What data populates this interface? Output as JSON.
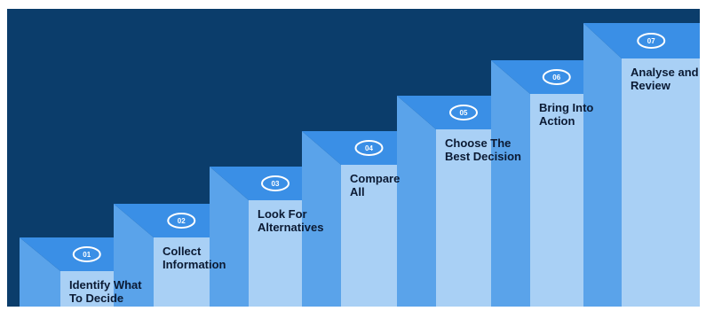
{
  "colors": {
    "background": "#0b3d6b",
    "step_top": "#3a8fe6",
    "step_side": "#5aa3ea",
    "step_front": "#a9d0f5",
    "badge": "#ffffff",
    "text": "#0b1a33"
  },
  "steps": [
    {
      "number": "01",
      "label": "Identify What\nTo Decide"
    },
    {
      "number": "02",
      "label": "Collect\nInformation"
    },
    {
      "number": "03",
      "label": "Look For\nAlternatives"
    },
    {
      "number": "04",
      "label": "Compare\nAll"
    },
    {
      "number": "05",
      "label": "Choose The\nBest Decision"
    },
    {
      "number": "06",
      "label": "Bring Into\nAction"
    },
    {
      "number": "07",
      "label": "Analyse and\nReview"
    }
  ]
}
